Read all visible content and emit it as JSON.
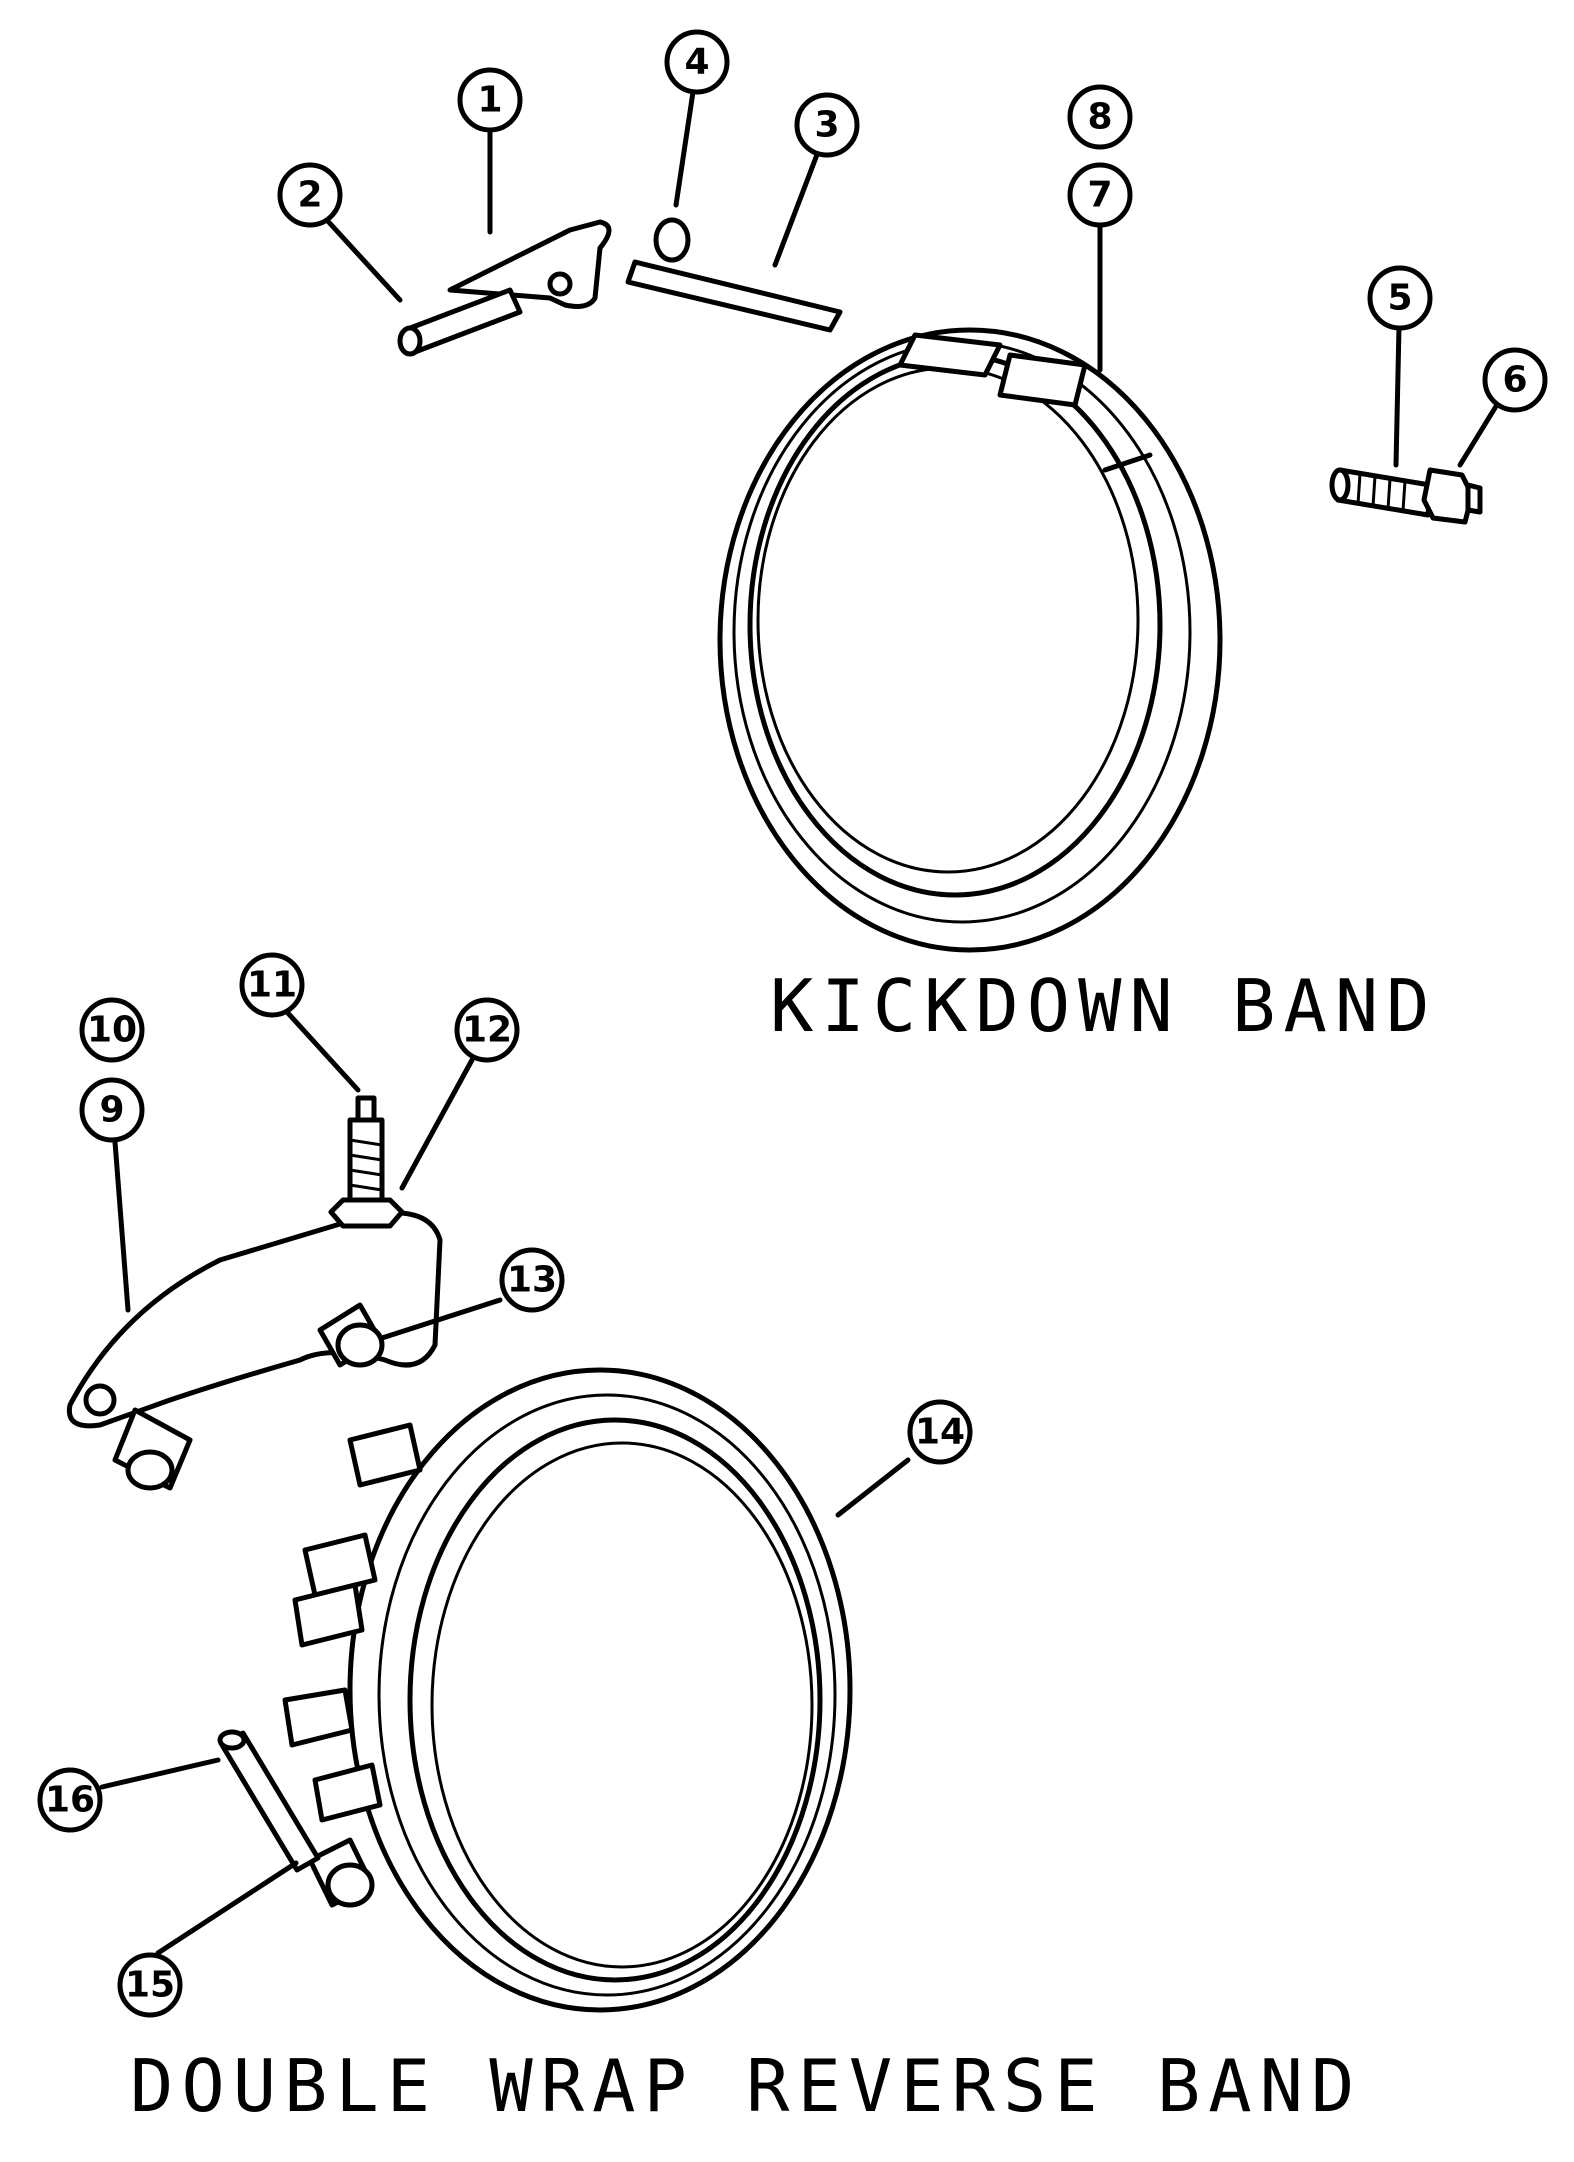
{
  "captions": {
    "kickdown": "KICKDOWN BAND",
    "reverse": "DOUBLE WRAP REVERSE BAND"
  },
  "callouts": [
    "1",
    "2",
    "3",
    "4",
    "5",
    "6",
    "7",
    "8",
    "9",
    "10",
    "11",
    "12",
    "13",
    "14",
    "15",
    "16"
  ],
  "colors": {
    "ink": "#000000",
    "paper": "#ffffff"
  },
  "parts": {
    "kickdown": [
      "kickdown-lever",
      "lever-pivot-pin",
      "strut",
      "strut-roller",
      "adjusting-screw",
      "lock-nut",
      "kickdown-band",
      "band-lining"
    ],
    "reverse": [
      "reverse-lever",
      "lever-link",
      "adjuster-stud",
      "stud-nut",
      "lever-bushing",
      "reverse-band",
      "band-anchor-sleeve",
      "anchor-pin"
    ]
  }
}
